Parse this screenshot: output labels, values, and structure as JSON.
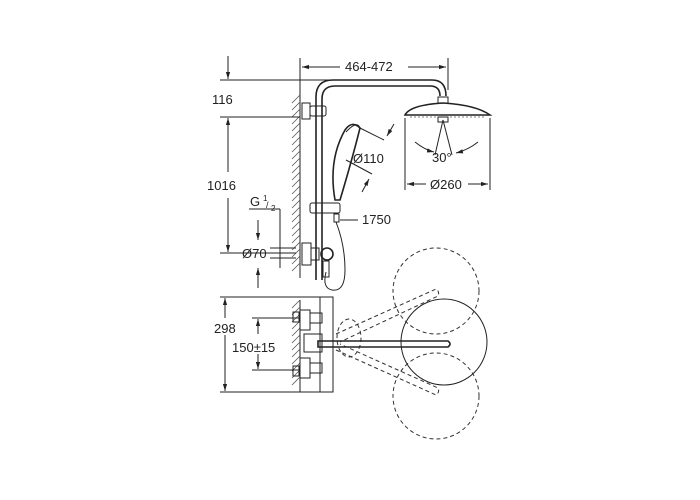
{
  "drawing": {
    "dimensions": {
      "projection": "464-472",
      "top_height": "116",
      "height": "1016",
      "thread": "G",
      "thread_num": "1",
      "thread_den": "2",
      "outlet_diameter": "Ø70",
      "hand_shower_diameter": "Ø110",
      "spray_angle": "30°",
      "head_diameter": "Ø260",
      "hose_length": "1750",
      "mixer_height": "298",
      "connection_spacing": "150±15"
    }
  }
}
